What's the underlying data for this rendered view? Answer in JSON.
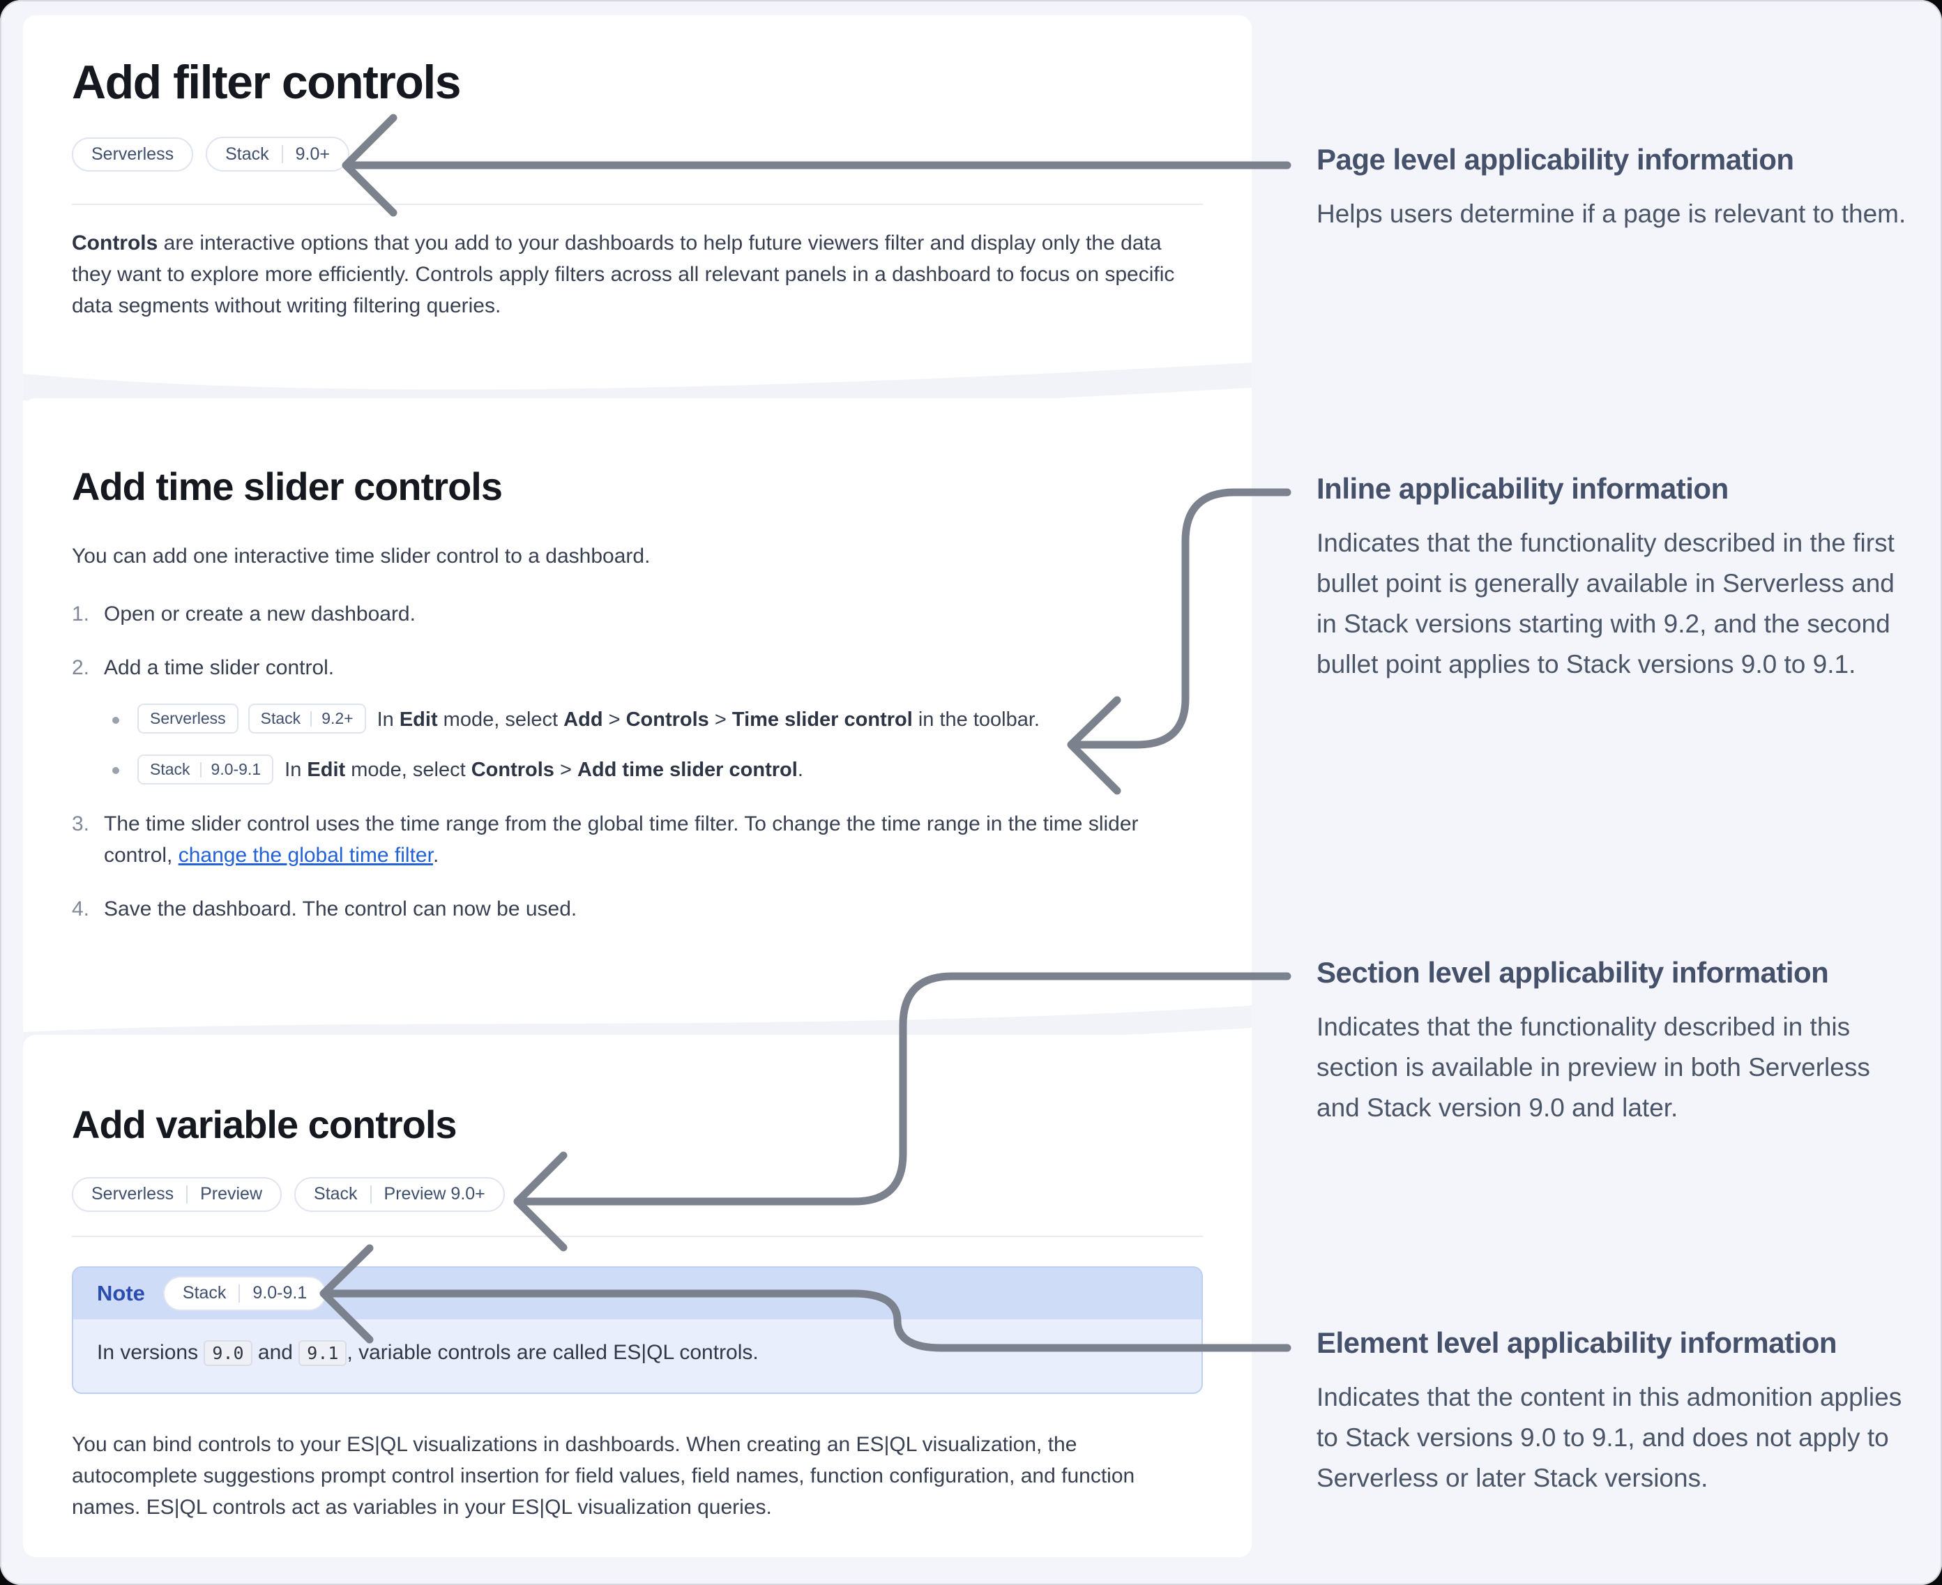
{
  "colors": {
    "page_background": "#f4f5fa",
    "card_background": "#ffffff",
    "heading_text": "#15181e",
    "body_text": "#373f50",
    "annotation_heading": "#45506a",
    "annotation_body": "#4a5568",
    "badge_border": "#dfe4ef",
    "badge_text": "#3f4f6e",
    "note_border": "#bdd0f4",
    "note_header_bg": "#cfdcf7",
    "note_body_bg": "#e8eefc",
    "note_label_text": "#2b4cb0",
    "link": "#2361d8",
    "arrow": "#7b828d"
  },
  "doc": {
    "filter_section": {
      "title": "Add filter controls",
      "badges": [
        {
          "parts": [
            "Serverless"
          ]
        },
        {
          "parts": [
            "Stack",
            "9.0+"
          ]
        }
      ],
      "intro": [
        {
          "t": "Controls",
          "b": 1
        },
        {
          "t": " are interactive options that you add to your dashboards to help future viewers filter and display only the data they want to explore more efficiently. Controls apply filters across all relevant panels in a dashboard to focus on specific data segments without writing filtering queries."
        }
      ]
    },
    "time_section": {
      "title": "Add time slider controls",
      "intro": "You can add one interactive time slider control to a dashboard.",
      "steps": [
        {
          "num": "1.",
          "rich": [
            {
              "t": "Open or create a new dashboard."
            }
          ]
        },
        {
          "num": "2.",
          "rich": [
            {
              "t": "Add a time slider control."
            }
          ],
          "bullets": [
            {
              "badges": [
                {
                  "parts": [
                    "Serverless"
                  ]
                },
                {
                  "parts": [
                    "Stack",
                    "9.2+"
                  ]
                }
              ],
              "rich": [
                {
                  "t": "In "
                },
                {
                  "t": "Edit",
                  "b": 1
                },
                {
                  "t": " mode, select "
                },
                {
                  "t": "Add",
                  "b": 1
                },
                {
                  "t": " > "
                },
                {
                  "t": "Controls",
                  "b": 1
                },
                {
                  "t": " > "
                },
                {
                  "t": "Time slider control",
                  "b": 1
                },
                {
                  "t": " in the toolbar."
                }
              ]
            },
            {
              "badges": [
                {
                  "parts": [
                    "Stack",
                    "9.0-9.1"
                  ]
                }
              ],
              "rich": [
                {
                  "t": "In "
                },
                {
                  "t": "Edit",
                  "b": 1
                },
                {
                  "t": " mode, select "
                },
                {
                  "t": "Controls",
                  "b": 1
                },
                {
                  "t": " > "
                },
                {
                  "t": "Add time slider control",
                  "b": 1
                },
                {
                  "t": "."
                }
              ]
            }
          ]
        },
        {
          "num": "3.",
          "rich": [
            {
              "t": "The time slider control uses the time range from the global time filter. To change the time range in the time slider control, "
            },
            {
              "t": "change the global time filter",
              "link": 1
            },
            {
              "t": "."
            }
          ]
        },
        {
          "num": "4.",
          "rich": [
            {
              "t": "Save the dashboard. The control can now be used."
            }
          ]
        }
      ]
    },
    "variable_section": {
      "title": "Add variable controls",
      "badges": [
        {
          "parts": [
            "Serverless",
            "Preview"
          ]
        },
        {
          "parts": [
            "Stack",
            "Preview 9.0+"
          ]
        }
      ],
      "note": {
        "label": "Note",
        "badges": [
          {
            "parts": [
              "Stack",
              "9.0-9.1"
            ]
          }
        ],
        "body": [
          {
            "t": "In versions "
          },
          {
            "t": "9.0",
            "code": 1
          },
          {
            "t": " and "
          },
          {
            "t": "9.1",
            "code": 1
          },
          {
            "t": ", variable controls are called ES|QL controls."
          }
        ]
      },
      "body": "You can bind controls to your ES|QL visualizations in dashboards. When creating an ES|QL visualization, the autocomplete suggestions prompt control insertion for field values, field names, function configuration, and function names. ES|QL controls act as variables in your ES|QL visualization queries."
    }
  },
  "annotations": [
    {
      "title": "Page level applicability information",
      "body": "Helps users determine if a page is relevant to them."
    },
    {
      "title": "Inline applicability information",
      "body": "Indicates that the functionality described in the first bullet point is generally available in Serverless and in Stack versions starting with 9.2, and the second bullet point applies to Stack versions 9.0 to 9.1."
    },
    {
      "title": "Section level applicability information",
      "body": "Indicates that the functionality described in this section is available in preview in both Serverless and Stack version 9.0 and later."
    },
    {
      "title": "Element level applicability information",
      "body": "Indicates that the content in this admonition applies to Stack versions 9.0 to 9.1, and does not apply to Serverless or later Stack versions."
    }
  ]
}
